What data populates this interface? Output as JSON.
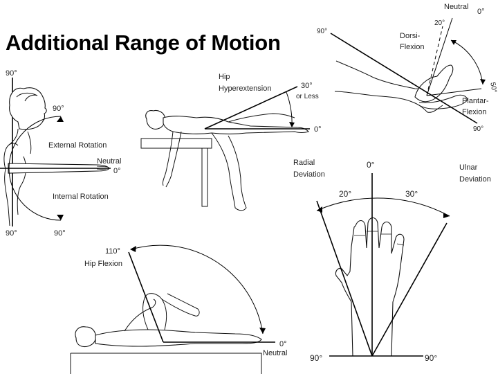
{
  "title": "Additional Range of Motion",
  "shoulder": {
    "top_deg": "90°",
    "upper_arc_deg": "90°",
    "external_rotation": "External Rotation",
    "neutral": "Neutral",
    "zero_deg": "0°",
    "internal_rotation": "Internal Rotation",
    "bottom_left_deg": "90°",
    "bottom_right_deg": "90°"
  },
  "hip_ext": {
    "label_line1": "Hip",
    "label_line2": "Hyperextension",
    "deg_30": "30°",
    "or_less": "or Less",
    "zero_deg": "0°"
  },
  "ankle": {
    "deg_90_left": "90°",
    "neutral": "Neutral",
    "zero_deg": "0°",
    "deg_20": "20°",
    "dorsi_line1": "Dorsi-",
    "dorsi_line2": "Flexion",
    "deg_50": "50°",
    "plantar_line1": "Plantar-",
    "plantar_line2": "Flexion",
    "deg_90_right": "90°"
  },
  "wrist": {
    "radial_line1": "Radial",
    "radial_line2": "Deviation",
    "zero_deg": "0°",
    "ulnar_line1": "Ulnar",
    "ulnar_line2": "Deviation",
    "deg_20": "20°",
    "deg_30": "30°",
    "deg_90_left": "90°",
    "deg_90_right": "90°"
  },
  "hip_flex": {
    "deg_110": "110°",
    "label": "Hip Flexion",
    "zero_deg": "0°",
    "neutral": "Neutral"
  }
}
